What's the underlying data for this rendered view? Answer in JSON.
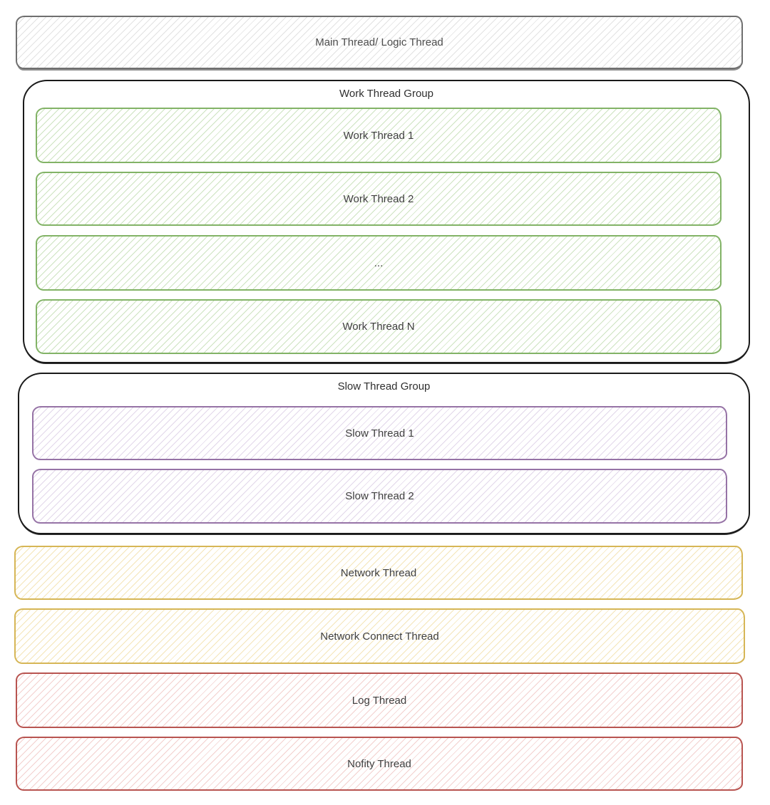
{
  "diagram": {
    "main_thread": {
      "label": "Main Thread/ Logic Thread"
    },
    "work_group": {
      "title": "Work Thread Group",
      "items": [
        {
          "label": "Work Thread 1"
        },
        {
          "label": "Work Thread 2"
        },
        {
          "label": "..."
        },
        {
          "label": "Work Thread N"
        }
      ]
    },
    "slow_group": {
      "title": "Slow Thread Group",
      "items": [
        {
          "label": "Slow Thread 1"
        },
        {
          "label": "Slow Thread 2"
        }
      ]
    },
    "standalone_threads": [
      {
        "label": "Network Thread"
      },
      {
        "label": "Network Connect Thread"
      },
      {
        "label": "Log Thread"
      },
      {
        "label": "Nofity Thread"
      }
    ],
    "palette": {
      "gray_stroke": "#6f6f6f",
      "group_stroke": "#1a1a1a",
      "green_stroke": "#82b366",
      "purple_stroke": "#9673a6",
      "yellow_stroke": "#d6b656",
      "red_stroke": "#b85450",
      "text": "#404040",
      "canvas": "#ffffff"
    }
  }
}
